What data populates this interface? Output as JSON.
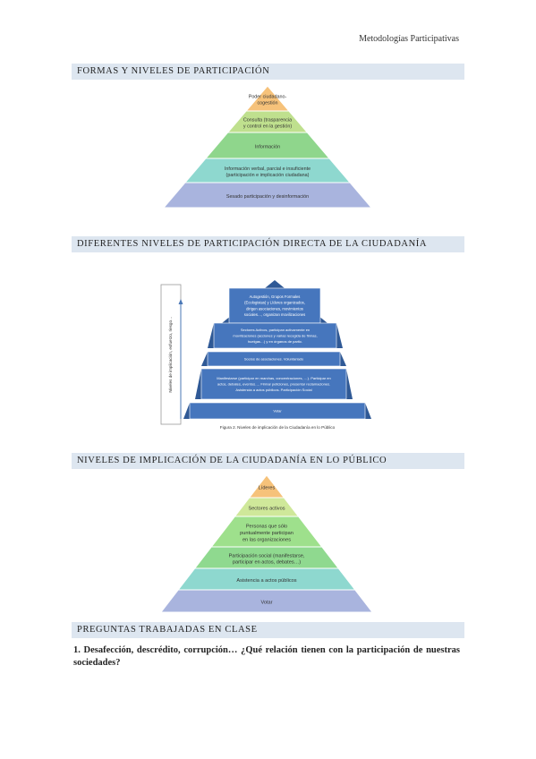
{
  "header": {
    "running_title": "Metodologías Participativas"
  },
  "sections": [
    {
      "title": "FORMAS Y NIVELES DE PARTICIPACIÓN"
    },
    {
      "title": "DIFERENTES NIVELES DE PARTICIPACIÓN DIRECTA DE LA CIUDADANÍA"
    },
    {
      "title": "NIVELES DE IMPLICACIÓN DE LA CIUDADANÍA EN LO PÚBLICO"
    },
    {
      "title": "PREGUNTAS TRABAJADAS EN CLASE"
    }
  ],
  "pyramid1": {
    "levels": [
      {
        "lines": [
          "Poder ciudadano-",
          "cogestión"
        ],
        "color": "#f6c27a"
      },
      {
        "lines": [
          "Consulta (trasparencia",
          "y control en la gestión)"
        ],
        "color": "#bfe08e"
      },
      {
        "lines": [
          "Información"
        ],
        "color": "#8fd68c"
      },
      {
        "lines": [
          "Información verbal, parcial e insuficiente",
          "(participación e implicación ciudadana)"
        ],
        "color": "#8ed8cf"
      },
      {
        "lines": [
          "Sesado participación y desinformación"
        ],
        "color": "#a9b4de"
      }
    ]
  },
  "figure2": {
    "axis_label": "Niveles de implicación, esfuerzo, riesgo…",
    "levels": [
      {
        "lines": [
          "Autogestión, Grupos Formales",
          "(Ecologistas) y Líderes organizados,",
          "dirigen asociaciones, movimientos",
          "sociales…, organizan movilizaciones"
        ]
      },
      {
        "lines": [
          "Sectores Activos, participan activamente en",
          "movilizaciones (acciones y varias recogida de firmas,",
          "huelgas…) y en órganos de partic."
        ]
      },
      {
        "lines": [
          "Socios de asociaciones. Voluntariado"
        ]
      },
      {
        "lines": [
          "Manifestarse (participar en marchas, concentraciones, …). Participar en",
          "actos, debates, eventos…. Firmar peticiones, presentar reclamaciones.",
          "Asistencia a actos públicos. Participación Social"
        ]
      },
      {
        "lines": [
          "Votar"
        ]
      }
    ],
    "caption": "Figura 2. Niveles de implicación de la Ciudadanía en lo Público"
  },
  "pyramid3": {
    "levels": [
      {
        "lines": [
          "Líderes"
        ],
        "color": "#f6c27a"
      },
      {
        "lines": [
          "Sectores activos"
        ],
        "color": "#cfe89a"
      },
      {
        "lines": [
          "Personas que sólo",
          "puntualmente participan",
          "en las organizaciones"
        ],
        "color": "#9ee08c"
      },
      {
        "lines": [
          "Participación social (manifestarse,",
          "participar en actos, debates…)"
        ],
        "color": "#8fd98f"
      },
      {
        "lines": [
          "Asistencia a actos públicos"
        ],
        "color": "#8ed8cf"
      },
      {
        "lines": [
          "Votar"
        ],
        "color": "#a9b4de"
      }
    ]
  },
  "question": {
    "text": "1. Desafección, descrédito, corrupción… ¿Qué relación tienen con la participación de nuestras sociedades?"
  }
}
